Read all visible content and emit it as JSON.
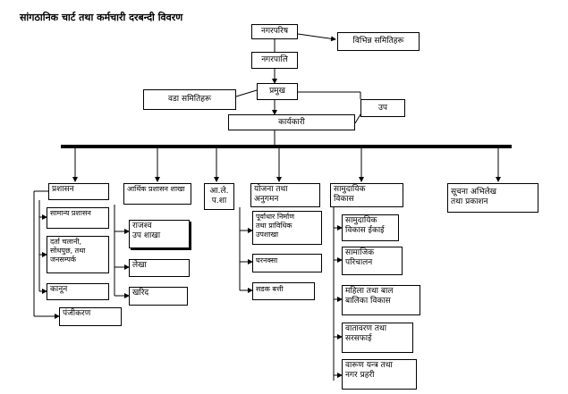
{
  "title": "सांगठानिक चार्ट तथा कर्मचारी दरबन्दी विवरण",
  "top": {
    "nagarparishad": "नगरपरिष",
    "vibhinna_samiti": "विभिन्न समितिहरू",
    "nagarpalika": "नगरपालि",
    "pramukh": "प्रमुख",
    "ward_samiti": "वडा समितिहरू",
    "up": "उप",
    "karyakari": "कार्यकारी"
  },
  "branches": {
    "prashasan": "प्रशासन",
    "aarthik": "आर्थिक प्रशासन शाखा",
    "aa_le_pa_sha": "आ.ले.\nप.शा",
    "yojana": "योजना तथा\nअनुगमन",
    "samudayik": "सामुदायिक\nविकास",
    "suchana": "सूचना अभिलेख\nतथा प्रकाशन"
  },
  "prashasan_sub": [
    "सामान्य प्रशासन",
    "दर्ता चलानी,\nसोधपुछ, तथा\nजनसम्पर्क",
    "कानून",
    "पंजीकरण"
  ],
  "aarthik_sub": [
    "राजश्व\nउप शाखा",
    "लेखा",
    "खरिद"
  ],
  "yojana_sub": [
    "पूर्वाधार निर्माण\nतथा प्राविधिक\nउपशाखा",
    "घरनक्सा",
    "सडक बत्ती"
  ],
  "samudayik_sub": [
    "सामुदायिक\nविकास ईकाई",
    "सामाजिक\nपरिचालन",
    "महिला तथा बाल\nबालिका विकास",
    "वातावरण तथा\nसरसफाई",
    "वारूण यन्त्र तथा\nनगर प्रहरी"
  ]
}
